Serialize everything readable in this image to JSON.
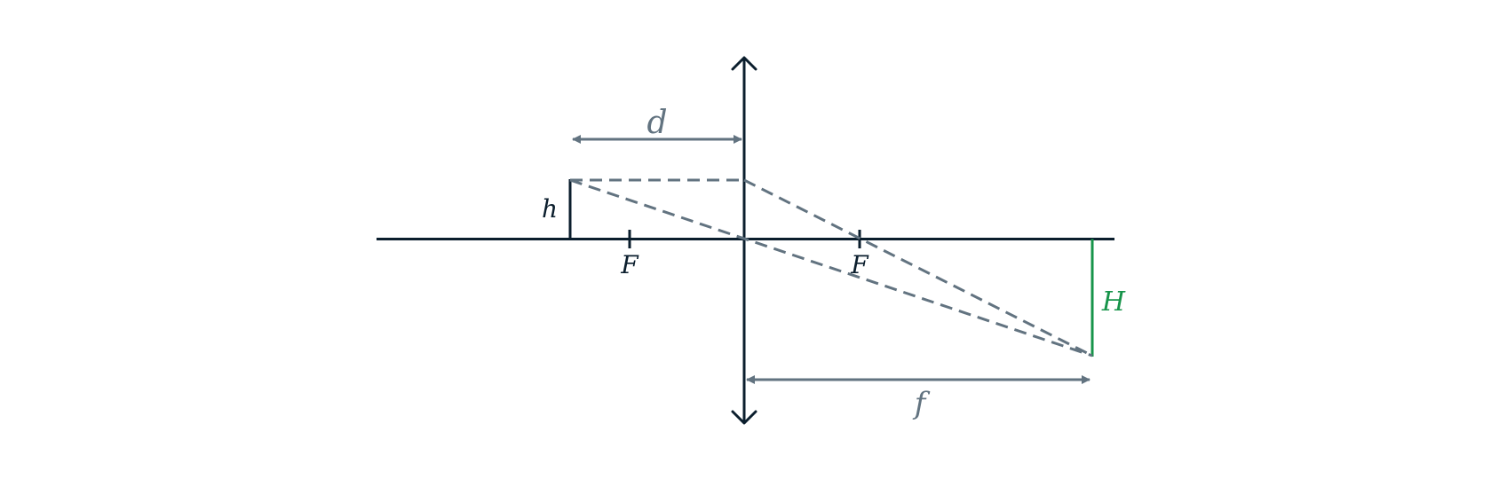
{
  "labels": {
    "object_height": "h",
    "image_height": "H",
    "object_distance": "d",
    "image_distance": "f",
    "focal_left": "F",
    "focal_right": "F"
  },
  "colors": {
    "axis": "#0b1e2d",
    "dimension": "#627380",
    "ray": "#627380",
    "image": "#17944a"
  }
}
